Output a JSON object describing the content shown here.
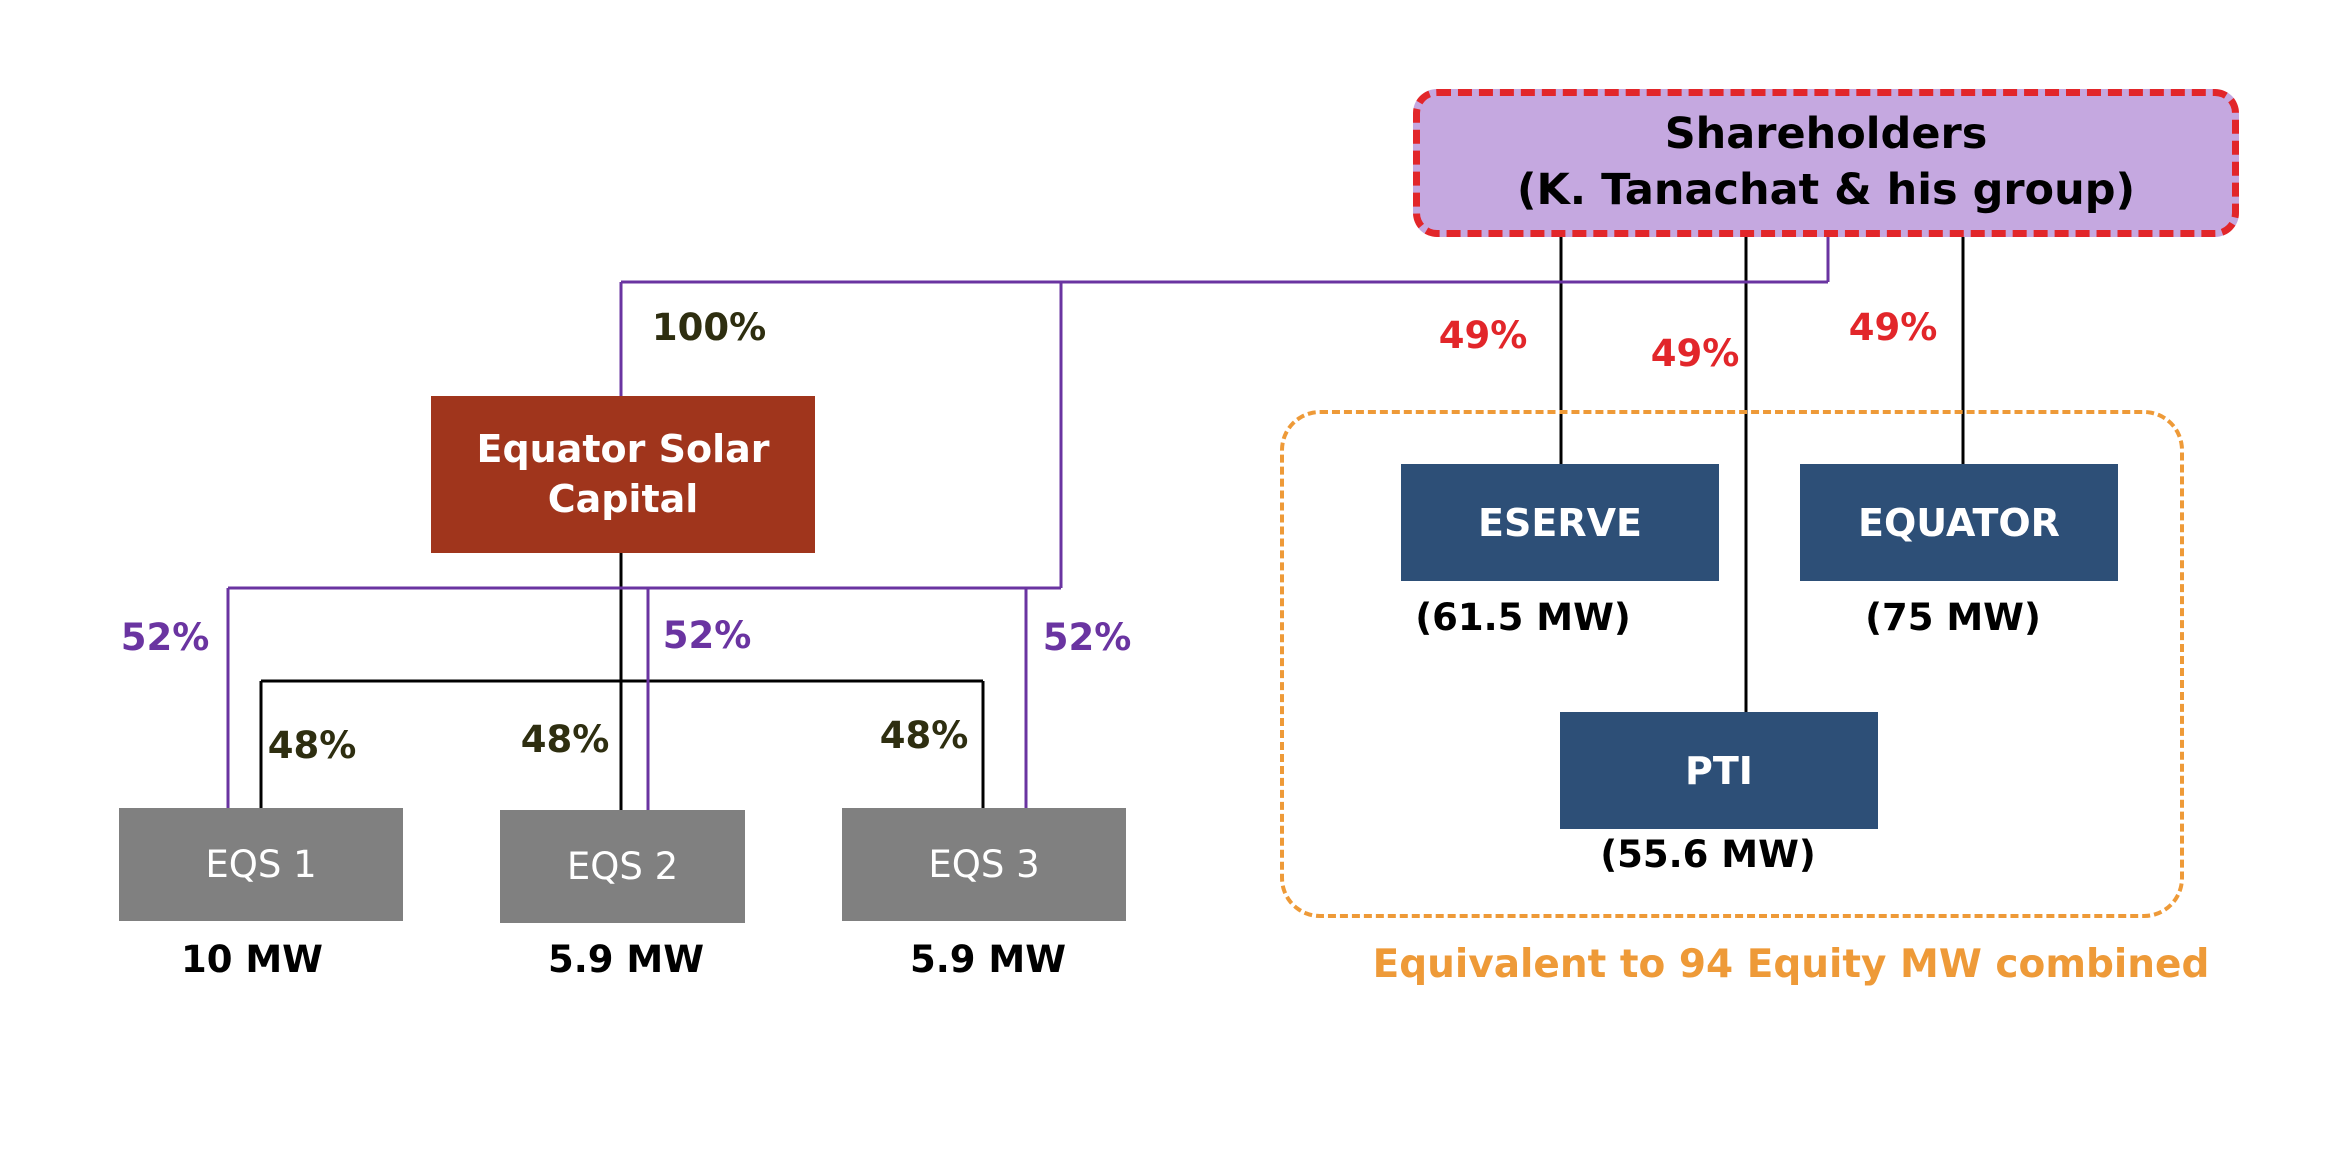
{
  "shareholders": {
    "line1": "Shareholders",
    "line2": "(K. Tanachat & his group)"
  },
  "equator_solar_capital": {
    "line1": "Equator Solar",
    "line2": "Capital"
  },
  "ownership": {
    "shareholders_to_esc": "100%",
    "shareholders_to_eserve": "49%",
    "shareholders_to_pti": "49%",
    "shareholders_to_equator": "49%",
    "shareholders_to_eqs1": "52%",
    "shareholders_to_eqs2": "52%",
    "shareholders_to_eqs3": "52%",
    "esc_to_eqs1": "48%",
    "esc_to_eqs2": "48%",
    "esc_to_eqs3": "48%"
  },
  "companies": {
    "eserve": {
      "name": "ESERVE",
      "capacity": "(61.5 MW)"
    },
    "equator": {
      "name": "EQUATOR",
      "capacity": "(75 MW)"
    },
    "pti": {
      "name": "PTI",
      "capacity": "(55.6 MW)"
    }
  },
  "projects": [
    {
      "name": "EQS 1",
      "capacity": "10 MW"
    },
    {
      "name": "EQS 2",
      "capacity": "5.9 MW"
    },
    {
      "name": "EQS 3",
      "capacity": "5.9 MW"
    }
  ],
  "group_note": "Equivalent to 94 Equity MW combined",
  "colors": {
    "shareholders_fill": "#c5a8e0",
    "shareholders_border": "#e2262a",
    "esc_fill": "#a0351c",
    "company_fill": "#2d4f77",
    "project_fill": "#808080",
    "purple_line": "#6a34a1",
    "group_border": "#ee9a38"
  }
}
